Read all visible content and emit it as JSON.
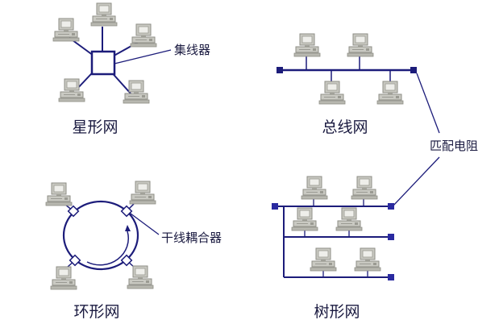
{
  "labels": {
    "star": "星形网",
    "bus": "总线网",
    "ring": "环形网",
    "tree": "树形网",
    "hub": "集线器",
    "terminator": "匹配电阻",
    "coupler": "干线耦合器"
  },
  "colors": {
    "line": "#1c1c7a",
    "terminator": "#1c1c7a",
    "terminator_tree": "#2a2aa0",
    "pc_body": "#c9c9c2",
    "pc_shadow": "#8e8e86",
    "pc_screen": "#eeeeea",
    "label": "#1a1a40"
  },
  "icons": {
    "workstation": "desktop-computer-icon"
  }
}
